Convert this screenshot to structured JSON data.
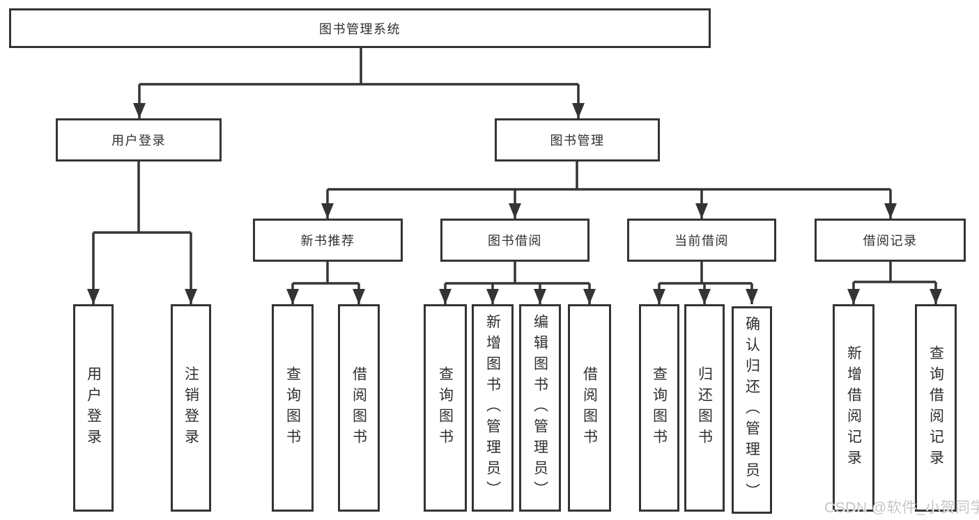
{
  "diagram": {
    "root": {
      "label": "图书管理系统"
    },
    "level2": [
      {
        "label": "用户登录"
      },
      {
        "label": "图书管理"
      }
    ],
    "level3": [
      {
        "label": "新书推荐",
        "parent": "图书管理"
      },
      {
        "label": "图书借阅",
        "parent": "图书管理"
      },
      {
        "label": "当前借阅",
        "parent": "图书管理"
      },
      {
        "label": "借阅记录",
        "parent": "图书管理"
      }
    ],
    "leaves": [
      {
        "label": "用户登录",
        "parent": "用户登录"
      },
      {
        "label": "注销登录",
        "parent": "用户登录"
      },
      {
        "label": "查询图书",
        "parent": "新书推荐"
      },
      {
        "label": "借阅图书",
        "parent": "新书推荐"
      },
      {
        "label": "查询图书",
        "parent": "图书借阅"
      },
      {
        "label": "新增图书（管理员）",
        "parent": "图书借阅"
      },
      {
        "label": "编辑图书（管理员）",
        "parent": "图书借阅"
      },
      {
        "label": "借阅图书",
        "parent": "图书借阅"
      },
      {
        "label": "查询图书",
        "parent": "当前借阅"
      },
      {
        "label": "归还图书",
        "parent": "当前借阅"
      },
      {
        "label": "确认归还（管理员）",
        "parent": "当前借阅"
      },
      {
        "label": "新增借阅记录",
        "parent": "借阅记录"
      },
      {
        "label": "查询借阅记录",
        "parent": "借阅记录"
      }
    ]
  },
  "watermark": {
    "text": "CSDN @软件_小贺同学"
  },
  "colors": {
    "line": "#343434",
    "text": "#2f2f2f",
    "background": "#ffffff",
    "watermark": "#c6c6c6"
  }
}
